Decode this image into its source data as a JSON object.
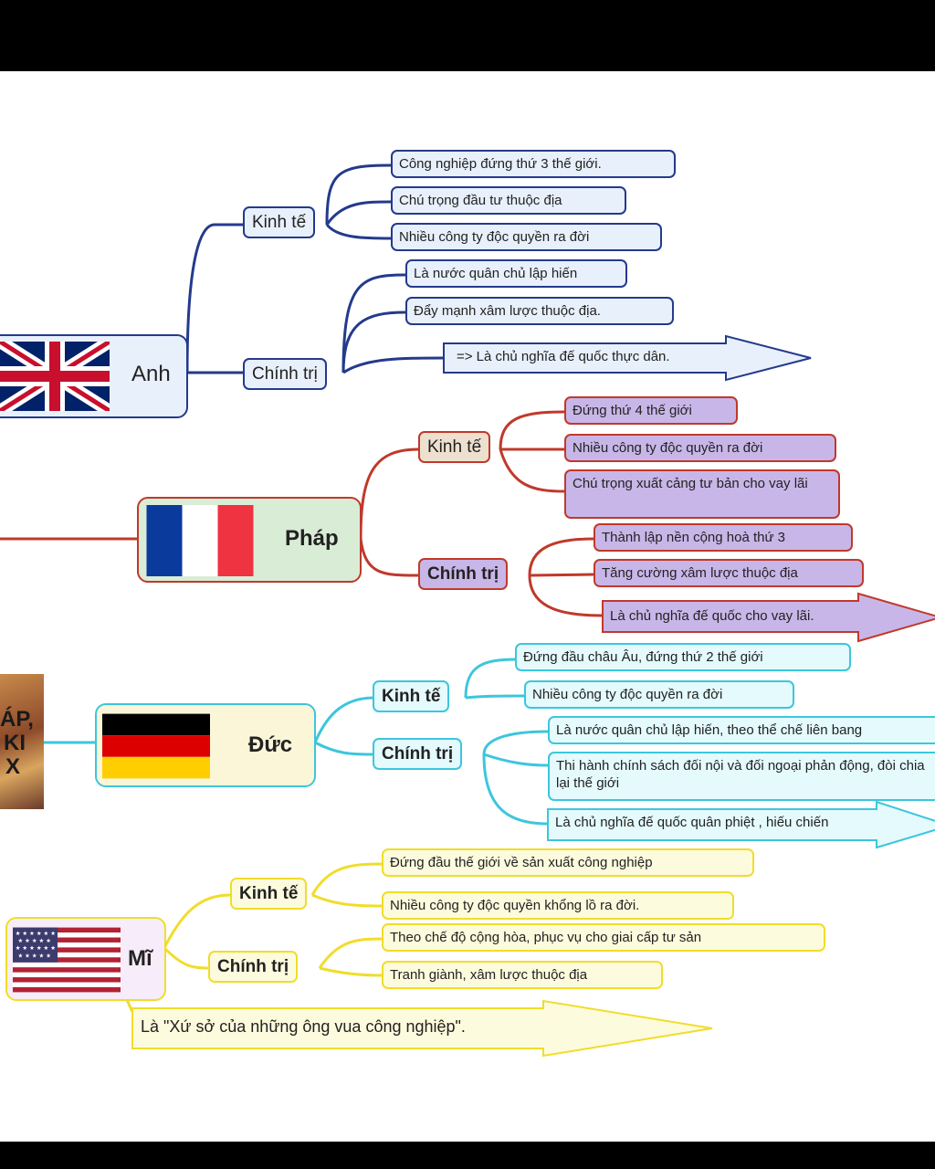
{
  "colors": {
    "uk": "#243a8c",
    "france": "#c0392b",
    "germany": "#3cc6dd",
    "usa": "#f0dd2a"
  },
  "countries": {
    "anh": {
      "name": "Anh",
      "kinh_te": {
        "label": "Kinh tế",
        "items": [
          "Công nghiệp đứng thứ 3 thế giới.",
          "Chú trọng đầu tư thuộc địa",
          "Nhiều công ty độc quyền ra đời"
        ]
      },
      "chinh_tri": {
        "label": "Chính trị",
        "items": [
          "Là nước quân chủ lập hiến",
          "Đẩy mạnh xâm lược thuộc địa."
        ],
        "conclusion": "=> Là chủ nghĩa đế quốc thực dân."
      }
    },
    "phap": {
      "name": "Pháp",
      "kinh_te": {
        "label": "Kinh tế",
        "items": [
          "Đứng thứ 4 thế giới",
          "Nhiều công ty độc quyền ra đời",
          "Chú trọng xuất cảng tư bản cho vay lãi"
        ]
      },
      "chinh_tri": {
        "label": "Chính trị",
        "items": [
          "Thành lập nền cộng hoà thứ 3",
          "Tăng cường xâm lược thuộc địa"
        ],
        "conclusion": "Là chủ nghĩa đế quốc cho vay lãi."
      }
    },
    "duc": {
      "name": "Đức",
      "kinh_te": {
        "label": "Kinh tế",
        "items": [
          "Đứng đầu châu Âu, đứng thứ 2 thế giới",
          "Nhiều công ty độc quyền ra đời"
        ]
      },
      "chinh_tri": {
        "label": "Chính trị",
        "items": [
          "Là nước quân chủ lập hiến, theo thể chế liên bang",
          "Thi hành chính sách đối nội và đối ngoại phản động, đòi chia lại thế giới"
        ],
        "conclusion": "Là chủ nghĩa đế quốc quân phiệt , hiếu chiến"
      }
    },
    "mi": {
      "name": "Mĩ",
      "kinh_te": {
        "label": "Kinh tế",
        "items": [
          "Đứng đầu thế giới về sản xuất công nghiệp",
          "Nhiều công ty độc quyền khổng lồ ra đời."
        ]
      },
      "chinh_tri": {
        "label": "Chính trị",
        "items": [
          "Theo chế độ cộng hòa, phục vụ cho giai cấp tư sản",
          "Tranh giành, xâm lược thuộc địa"
        ]
      },
      "conclusion": "Là \"Xứ sở của những ông vua công nghiệp\"."
    }
  },
  "cover_fragment": {
    "lines": [
      "ÁP,",
      "KI",
      "X"
    ]
  }
}
